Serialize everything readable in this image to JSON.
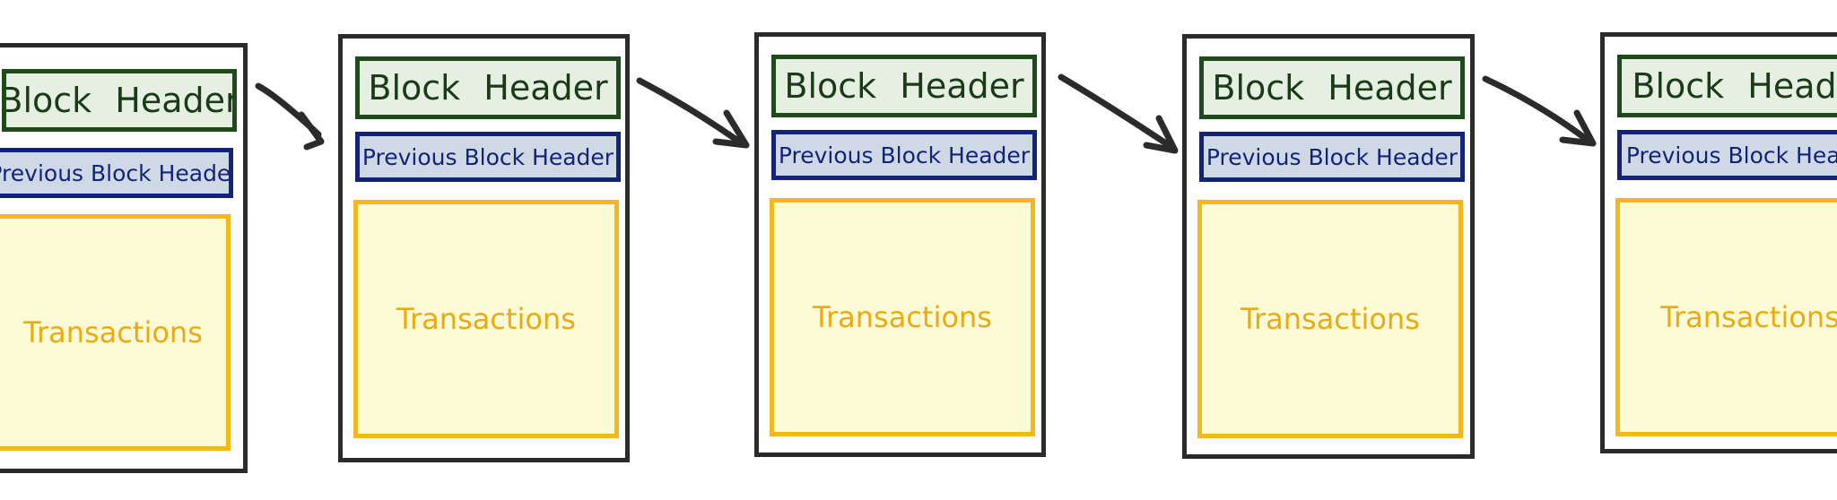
{
  "blocks": [
    {
      "header": "Block Header",
      "previous": "Previous Block Header",
      "transactions": "Transactions"
    },
    {
      "header": "Block Header",
      "previous": "Previous Block Header",
      "transactions": "Transactions"
    },
    {
      "header": "Block Header",
      "previous": "Previous Block Header",
      "transactions": "Transactions"
    },
    {
      "header": "Block Header",
      "previous": "Previous Block Header",
      "transactions": "Transactions"
    },
    {
      "header": "Block Header",
      "previous": "Previous Block Header",
      "transactions": "Transactions"
    }
  ],
  "colors": {
    "block_border": "#2b2b2b",
    "header_fill": "#e6f0e2",
    "header_border": "#1e4a1c",
    "previous_fill": "#cfd9e6",
    "previous_border": "#14237a",
    "transactions_fill": "#fdfad6",
    "transactions_border": "#f4b81c"
  }
}
